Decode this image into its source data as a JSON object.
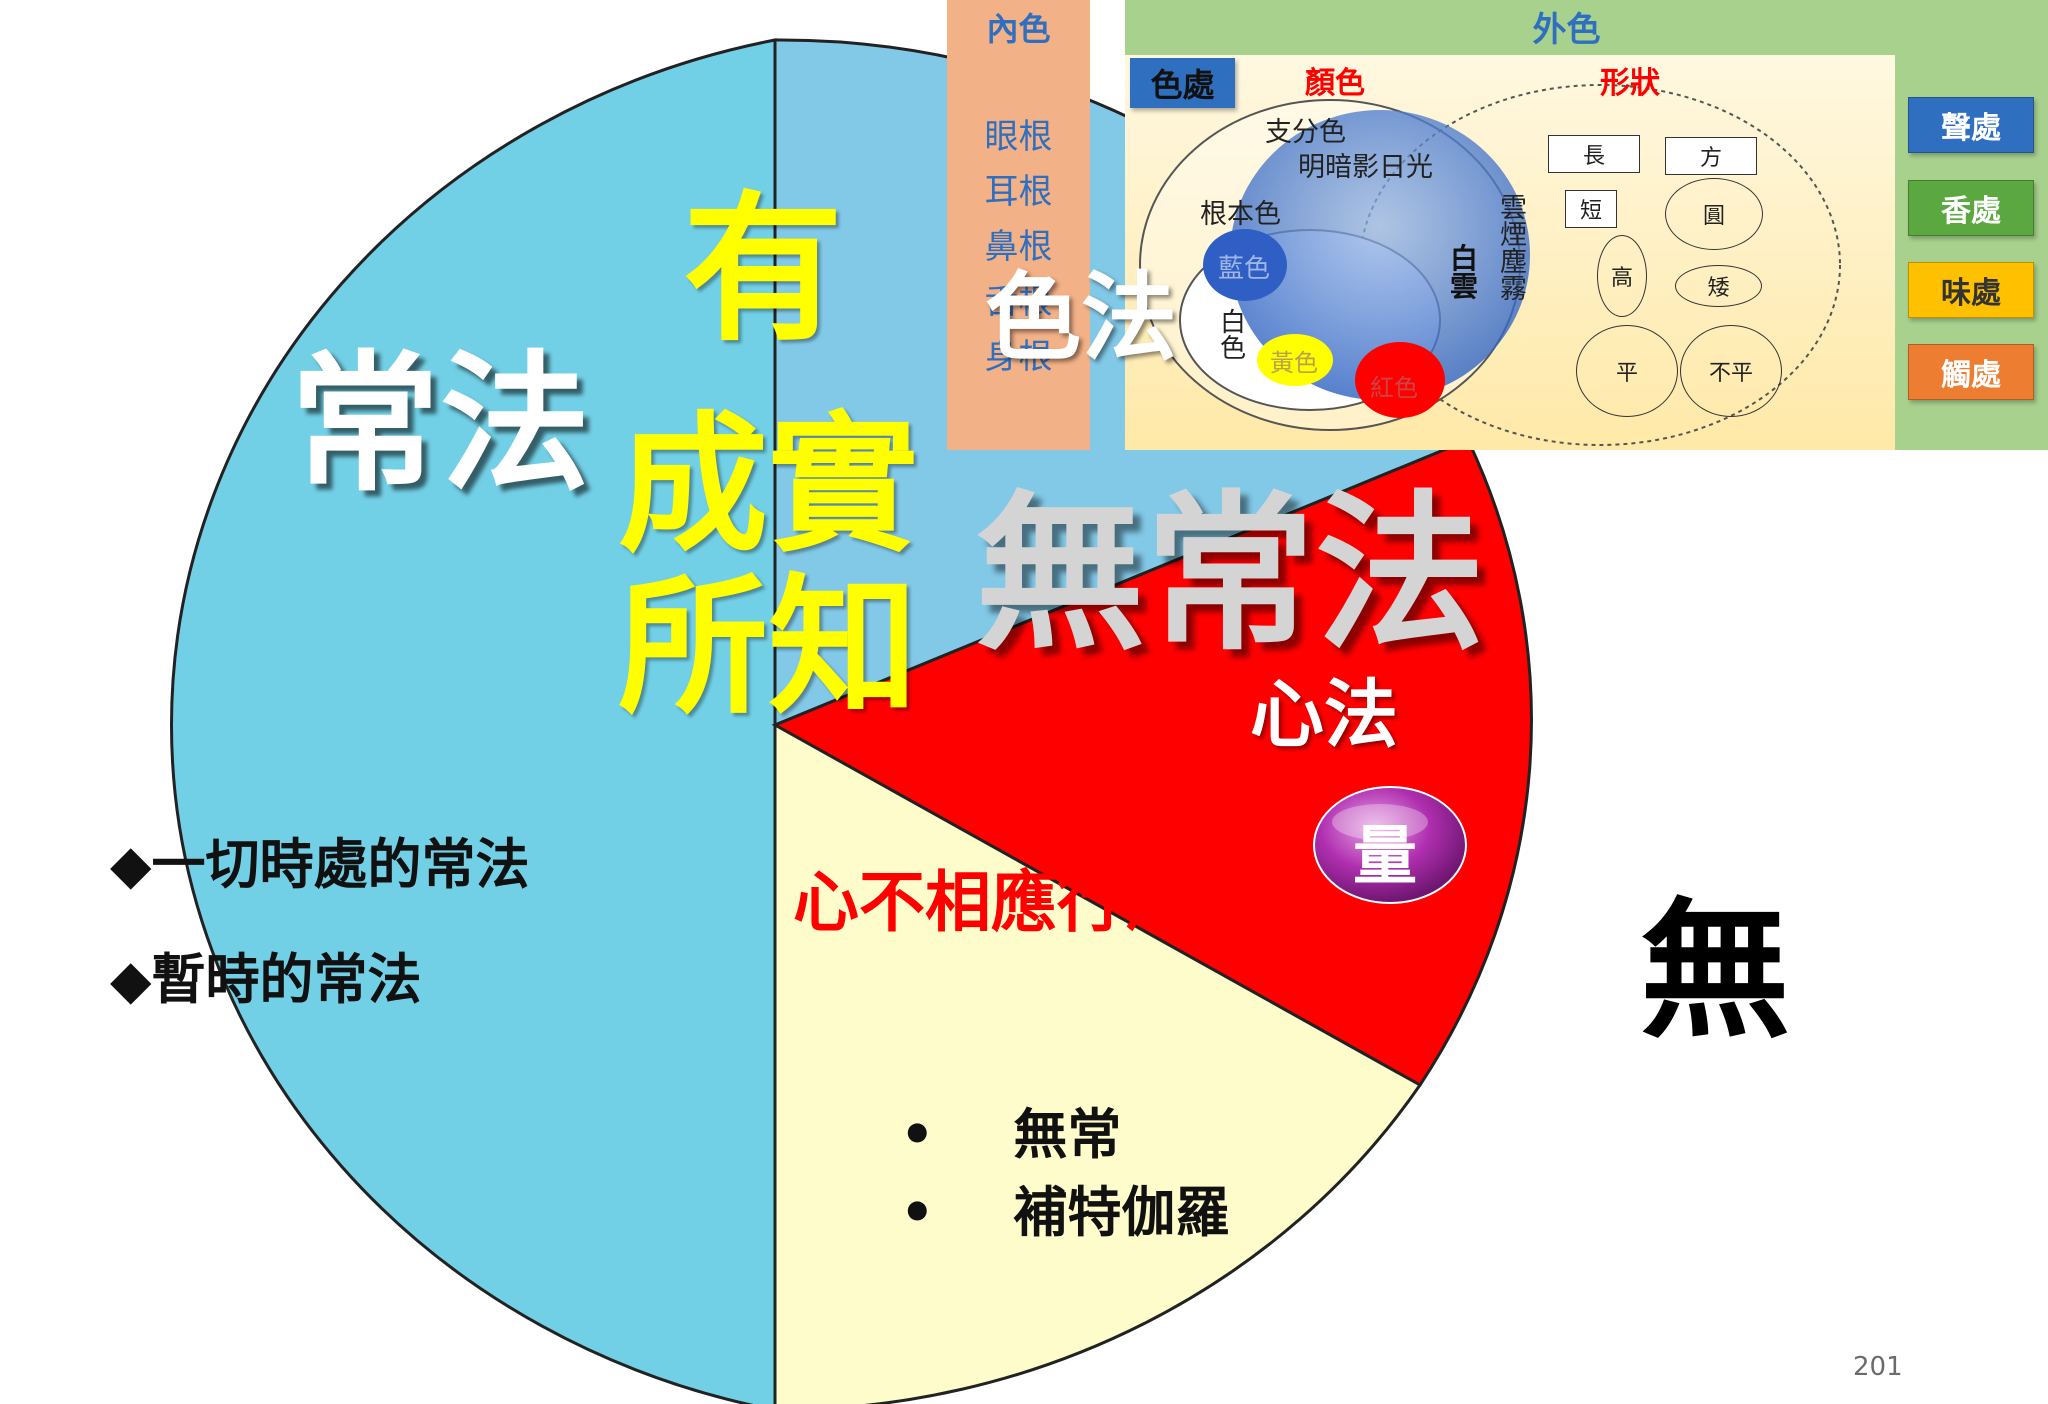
{
  "pie": {
    "exist": "有",
    "exist_sub": [
      "成實",
      "所知"
    ],
    "permanent": "常法",
    "impermanent": "無常法",
    "mind": "心法",
    "measure": "量",
    "non_associated": "心不相應行法",
    "permanent_items": [
      "◆一切時處的常法",
      "◆暫時的常法"
    ],
    "non_associated_items": [
      "無常",
      "補特伽羅"
    ],
    "bullet": "•",
    "form": "色法"
  },
  "non_existent": "無",
  "form_panel": {
    "inner_title": "內色",
    "inner_items": [
      "眼根",
      "耳根",
      "鼻根",
      "舌根",
      "身根"
    ],
    "outer_title": "外色",
    "form_source": "色處",
    "color_title": "顏色",
    "shape_title": "形狀",
    "branch_color": "支分色",
    "branch_items": "明暗影日光",
    "root_color": "根本色",
    "blue": "藍色",
    "white": [
      "白",
      "色"
    ],
    "yellow": "黃色",
    "red": "紅色",
    "white_cloud": [
      "白",
      "雲"
    ],
    "cloud_smoke": [
      "雲",
      "煙",
      "塵",
      "霧"
    ],
    "shapes": {
      "long": "長",
      "square": "方",
      "short": "短",
      "round": "圓",
      "high": "高",
      "low": "矮",
      "even": "平",
      "uneven": "不平"
    },
    "sense_sources": [
      "聲處",
      "香處",
      "味處",
      "觸處"
    ]
  },
  "page_number": "201",
  "colors": {
    "permanent": "#72d0e6",
    "form": "#82c9e8",
    "mind": "#ff0000",
    "non_associated": "#fffccc",
    "inner_panel": "#f3b187",
    "outer_panel": "#a9d18e",
    "sound": "#2f6fc0",
    "smell": "#5aa83f",
    "taste": "#ffc000",
    "touch": "#ed7d31"
  }
}
